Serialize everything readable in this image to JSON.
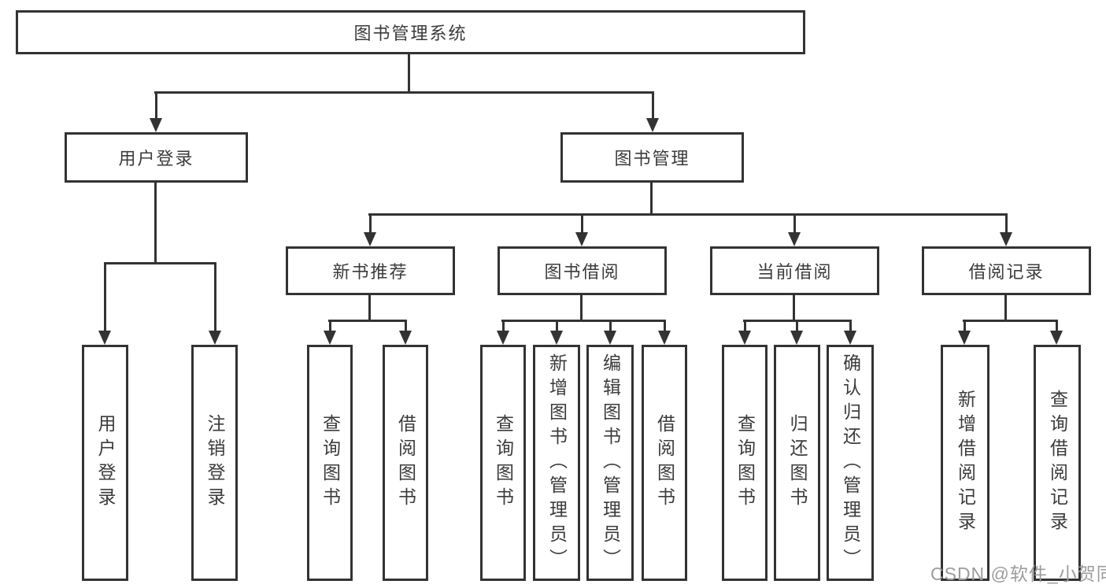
{
  "colors": {
    "line": "#333333",
    "box_border": "#333333",
    "box_fill": "#ffffff",
    "text": "#3b3b3b",
    "watermark": "#9c9c9c",
    "background": "#ffffff"
  },
  "tree": {
    "root": "图书管理系统",
    "branches": [
      {
        "label": "用户登录",
        "leaves": [
          "用户登录",
          "注销登录"
        ]
      },
      {
        "label": "图书管理",
        "sub": [
          {
            "label": "新书推荐",
            "leaves": [
              "查询图书",
              "借阅图书"
            ]
          },
          {
            "label": "图书借阅",
            "leaves": [
              "查询图书",
              "新增图书（管理员）",
              "编辑图书（管理员）",
              "借阅图书"
            ]
          },
          {
            "label": "当前借阅",
            "leaves": [
              "查询图书",
              "归还图书",
              "确认归还（管理员）"
            ]
          },
          {
            "label": "借阅记录",
            "leaves": [
              "新增借阅记录",
              "查询借阅记录"
            ]
          }
        ]
      }
    ]
  },
  "watermark": {
    "text": "CSDN @软件_小贺同学"
  }
}
